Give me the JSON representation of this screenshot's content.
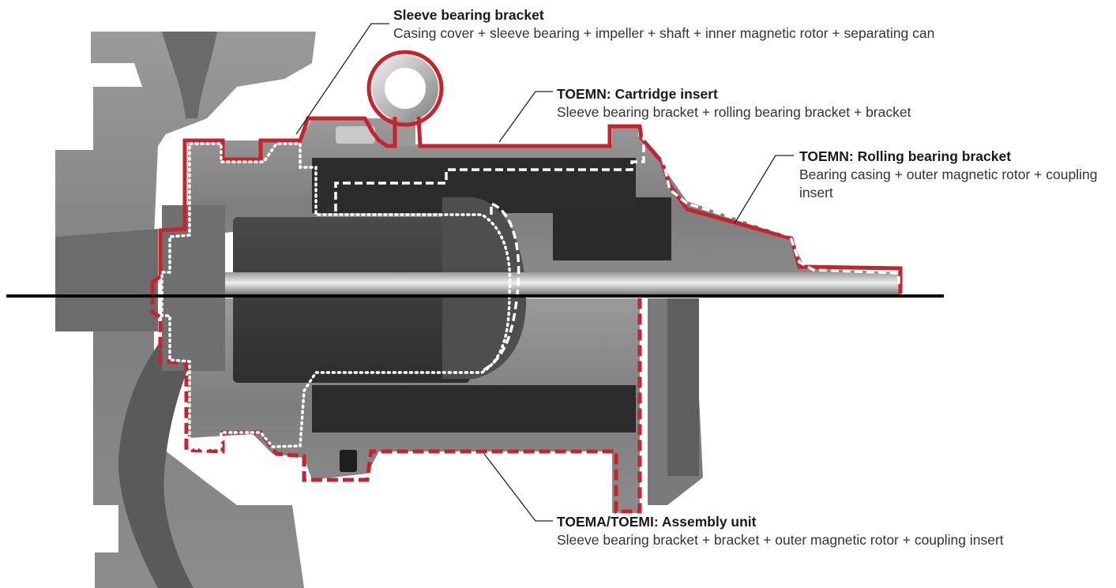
{
  "colors": {
    "outline_red": "#c8232c",
    "outline_white": "#ffffff",
    "casting_gray": "#8a8a8a",
    "internal_dark": "#3c3c3c",
    "axis_line": "#000000"
  },
  "callouts": {
    "sleeve_bearing_bracket": {
      "title": "Sleeve bearing bracket",
      "description": "Casing cover + sleeve bearing + impeller + shaft + inner magnetic rotor + separating can"
    },
    "cartridge_insert": {
      "title": "TOEMN: Cartridge insert",
      "description": "Sleeve bearing bracket + rolling bearing bracket + bracket"
    },
    "rolling_bearing_bracket": {
      "title": "TOEMN: Rolling bearing bracket",
      "description": "Bearing casing + outer magnetic rotor + coupling insert"
    },
    "assembly_unit": {
      "title": "TOEMA/TOEMI: Assembly unit",
      "description": "Sleeve bearing bracket + bracket + outer magnetic rotor + coupling insert"
    }
  }
}
